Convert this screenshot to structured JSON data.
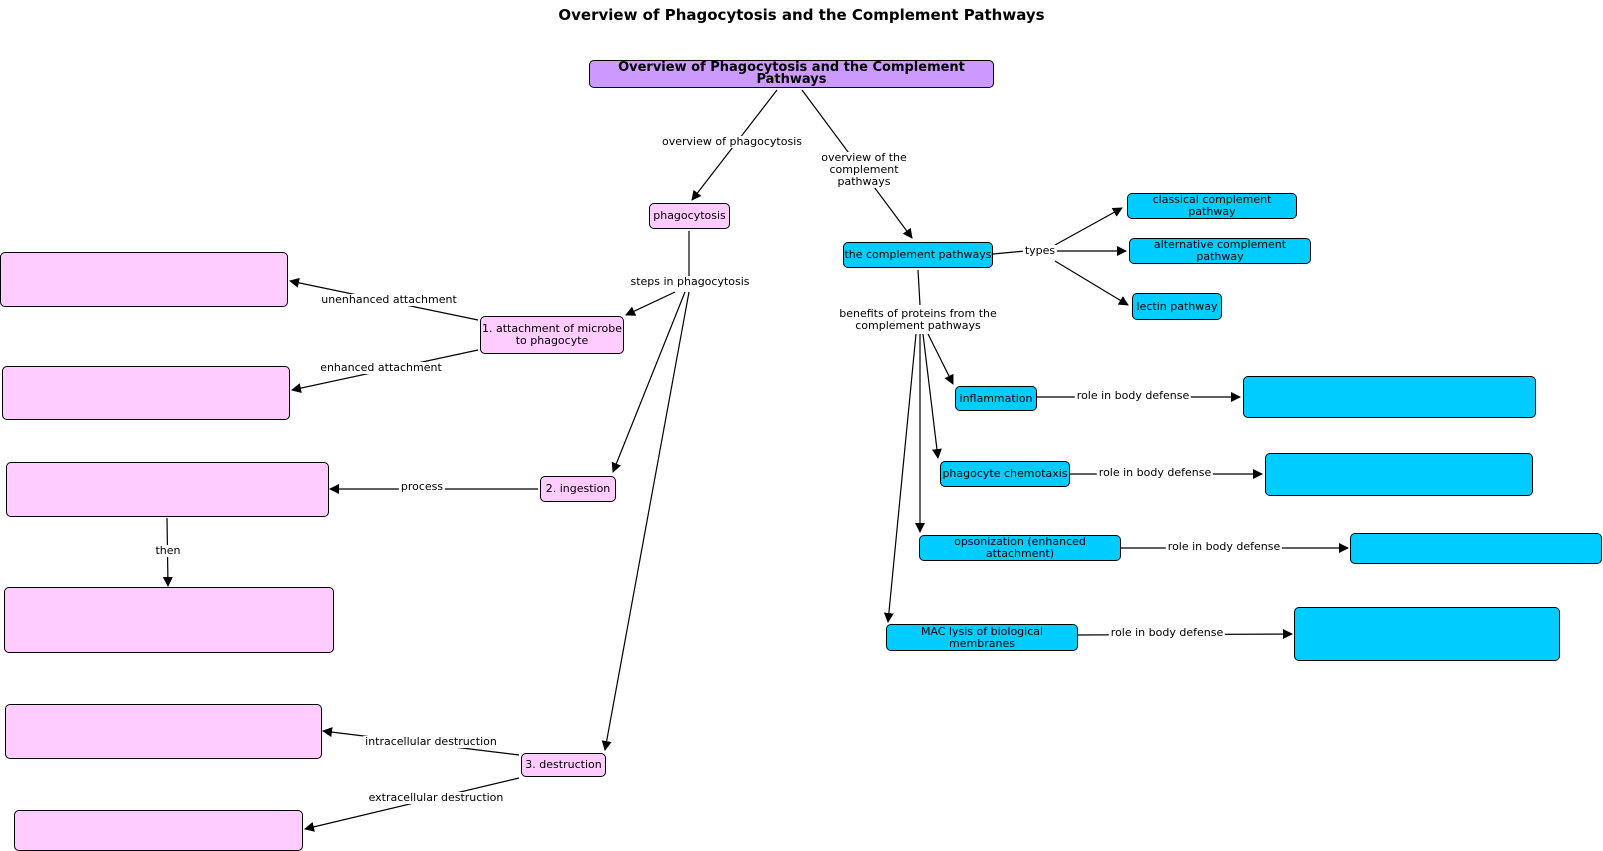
{
  "title": "Overview of Phagocytosis and the Complement Pathways",
  "colors": {
    "root": "#cc99ff",
    "phagocytosis_branch": "#ffccff",
    "complement_branch": "#00ccff",
    "line": "#000000"
  },
  "nodes": {
    "root": "Overview of Phagocytosis and the Complement Pathways",
    "phagocytosis": "phagocytosis",
    "attachment": "1. attachment of microbe to phagocyte",
    "ingestion": "2. ingestion",
    "destruction": "3. destruction",
    "complement": "the complement pathways",
    "classical": "classical complement pathway",
    "alternative": "alternative complement pathway",
    "lectin": "lectin pathway",
    "inflammation": "inflammation",
    "chemotaxis": "phagocyte chemotaxis",
    "opsonization": "opsonization (enhanced attachment)",
    "mac": "MAC lysis of biological membranes"
  },
  "links": {
    "overview_phagocytosis": "overview of phagocytosis",
    "overview_complement": "overview of the complement pathways",
    "steps": "steps in phagocytosis",
    "unenhanced": "unenhanced attachment",
    "enhanced": "enhanced attachment",
    "process": "process",
    "then": "then",
    "intracellular": "intracellular destruction",
    "extracellular": "extracellular destruction",
    "types": "types",
    "benefits": "benefits of proteins from the complement pathways",
    "role1": "role in body defense",
    "role2": "role in body defense",
    "role3": "role in body defense",
    "role4": "role in body defense"
  }
}
